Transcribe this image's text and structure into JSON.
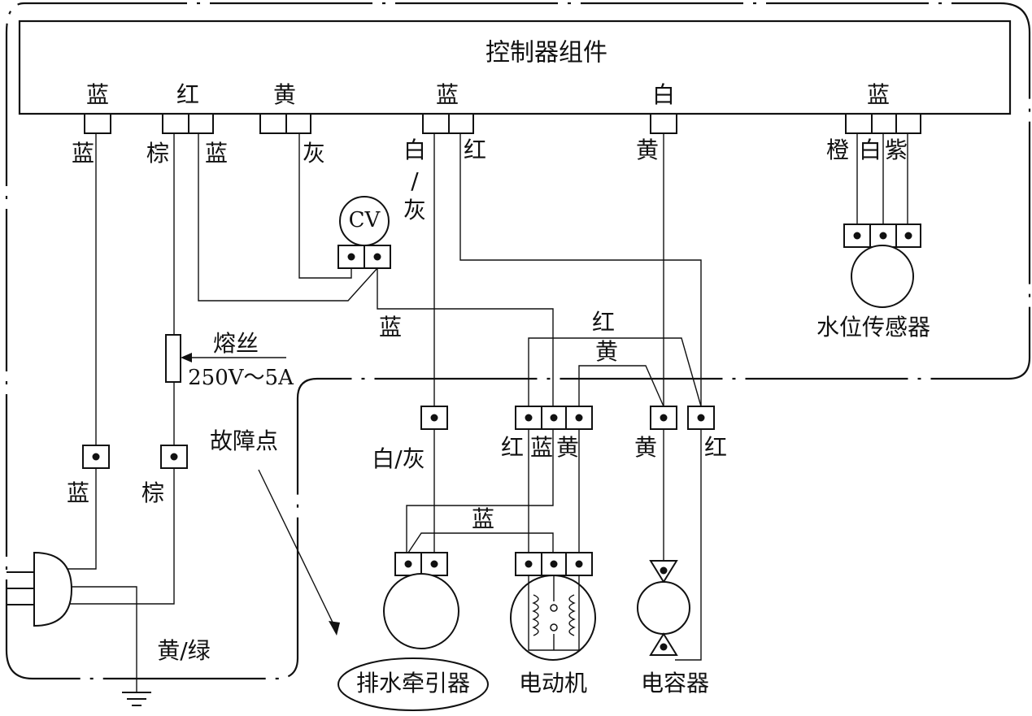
{
  "controller": {
    "title": "控制器组件",
    "top_labels": [
      "蓝",
      "红",
      "黄",
      "蓝",
      "白",
      "蓝"
    ]
  },
  "wires": {
    "blue_left": "蓝",
    "brown": "棕",
    "blue_2": "蓝",
    "gray": "灰",
    "white": "白",
    "slash": "/",
    "gray_2": "灰",
    "red_top": "红",
    "yellow_top": "黄",
    "orange": "橙",
    "white_2": "白",
    "purple": "紫",
    "blue_mid": "蓝",
    "red_mid": "红",
    "yellow_mid": "黄",
    "blue_lower_left": "蓝",
    "brown_lower": "棕",
    "white_gray": "白/灰",
    "red_motor": "红",
    "blue_motor": "蓝",
    "yellow_motor": "黄",
    "yellow_cap": "黄",
    "red_cap": "红",
    "blue_bottom": "蓝",
    "ground": "黄/绿"
  },
  "components": {
    "cv": "CV",
    "fuse_label": "熔丝",
    "fuse_rating": "250V～5A",
    "fault_point": "故障点",
    "water_level_sensor": "水位传感器",
    "drain_tractor": "排水牵引器",
    "motor": "电动机",
    "capacitor": "电容器"
  }
}
